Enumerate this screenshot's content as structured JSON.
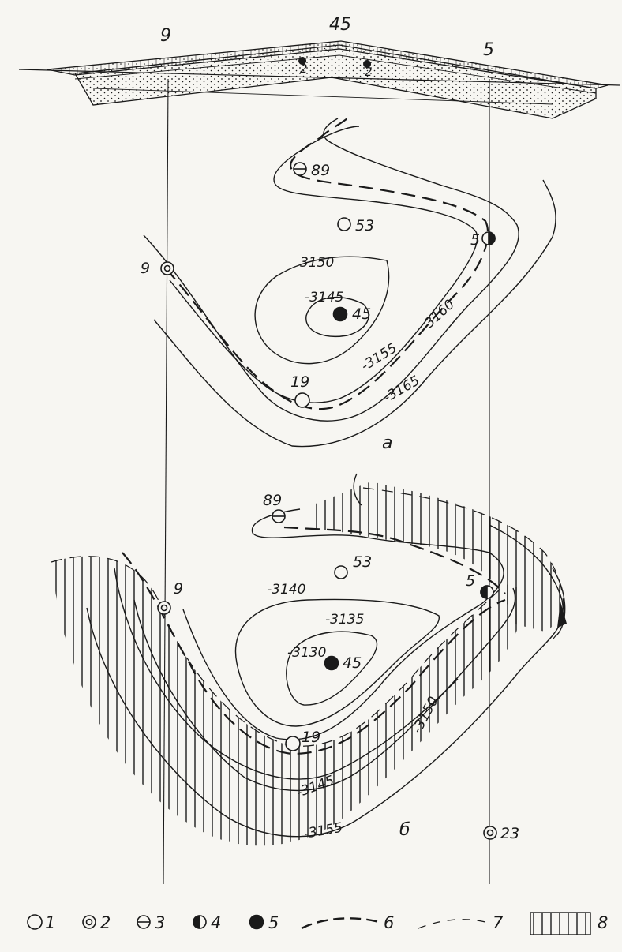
{
  "profile": {
    "top_labels": [
      "9",
      "45",
      "5"
    ],
    "section_well_labels": [
      "2",
      "2"
    ]
  },
  "panel_a": {
    "sub_label": "a",
    "wells": [
      {
        "id": "89",
        "type": 3
      },
      {
        "id": "53",
        "type": 1
      },
      {
        "id": "5",
        "type": 4
      },
      {
        "id": "9",
        "type": 2
      },
      {
        "id": "45",
        "type": 5
      },
      {
        "id": "19",
        "type": 1
      }
    ],
    "contours": [
      "3150",
      "-3145",
      "-3155",
      "-3160",
      "-3165"
    ]
  },
  "panel_b": {
    "sub_label": "б",
    "wells": [
      {
        "id": "89",
        "type": 3
      },
      {
        "id": "53",
        "type": 1
      },
      {
        "id": "5",
        "type": 4
      },
      {
        "id": "9",
        "type": 2
      },
      {
        "id": "45",
        "type": 5
      },
      {
        "id": "19",
        "type": 1
      },
      {
        "id": "23",
        "type": 2
      }
    ],
    "contours": [
      "-3140",
      "-3135",
      "-3130",
      "-3150",
      "-3145",
      "-3155"
    ]
  },
  "legend": {
    "items": [
      "1",
      "2",
      "3",
      "4",
      "5",
      "6",
      "7",
      "8"
    ]
  },
  "colors": {
    "ink": "#1a1a1a",
    "paper": "#f7f6f2"
  }
}
